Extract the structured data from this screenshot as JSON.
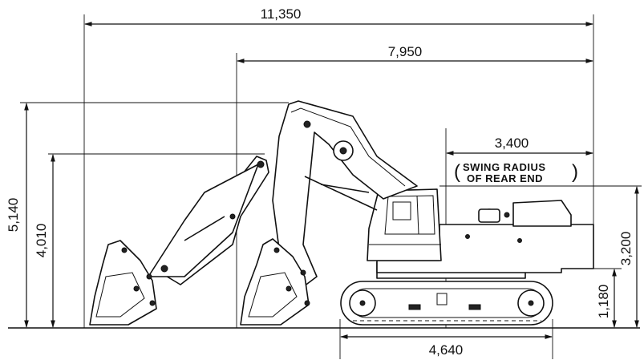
{
  "dimensions": {
    "overall_reach": "11,350",
    "reach_closed": "7,950",
    "swing_radius_rear": "3,400",
    "swing_note_line1": "SWING RADIUS",
    "swing_note_line2": "OF REAR END",
    "max_height_extended": "5,140",
    "max_height_closed": "4,010",
    "overall_height": "3,200",
    "counterweight_clearance": "1,180",
    "track_length": "4,640"
  }
}
